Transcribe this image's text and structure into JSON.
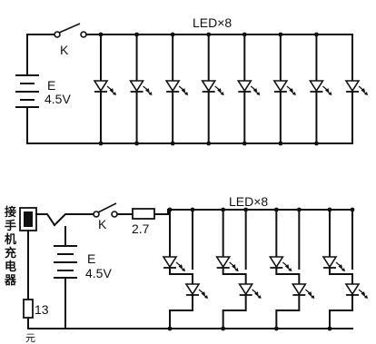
{
  "top_circuit": {
    "led_label": "LED×8",
    "switch_label": "K",
    "battery_label": "E",
    "battery_voltage": "4.5V",
    "led_count": 8
  },
  "bottom_circuit": {
    "led_label": "LED×8",
    "switch_label": "K",
    "resistor_label": "2.7",
    "battery_label": "E",
    "battery_voltage": "4.5V",
    "charger_label": [
      "接",
      "手",
      "机",
      "充",
      "电",
      "器"
    ],
    "lower_resistor_label": "13",
    "corner_mark": "元",
    "led_count": 8
  }
}
